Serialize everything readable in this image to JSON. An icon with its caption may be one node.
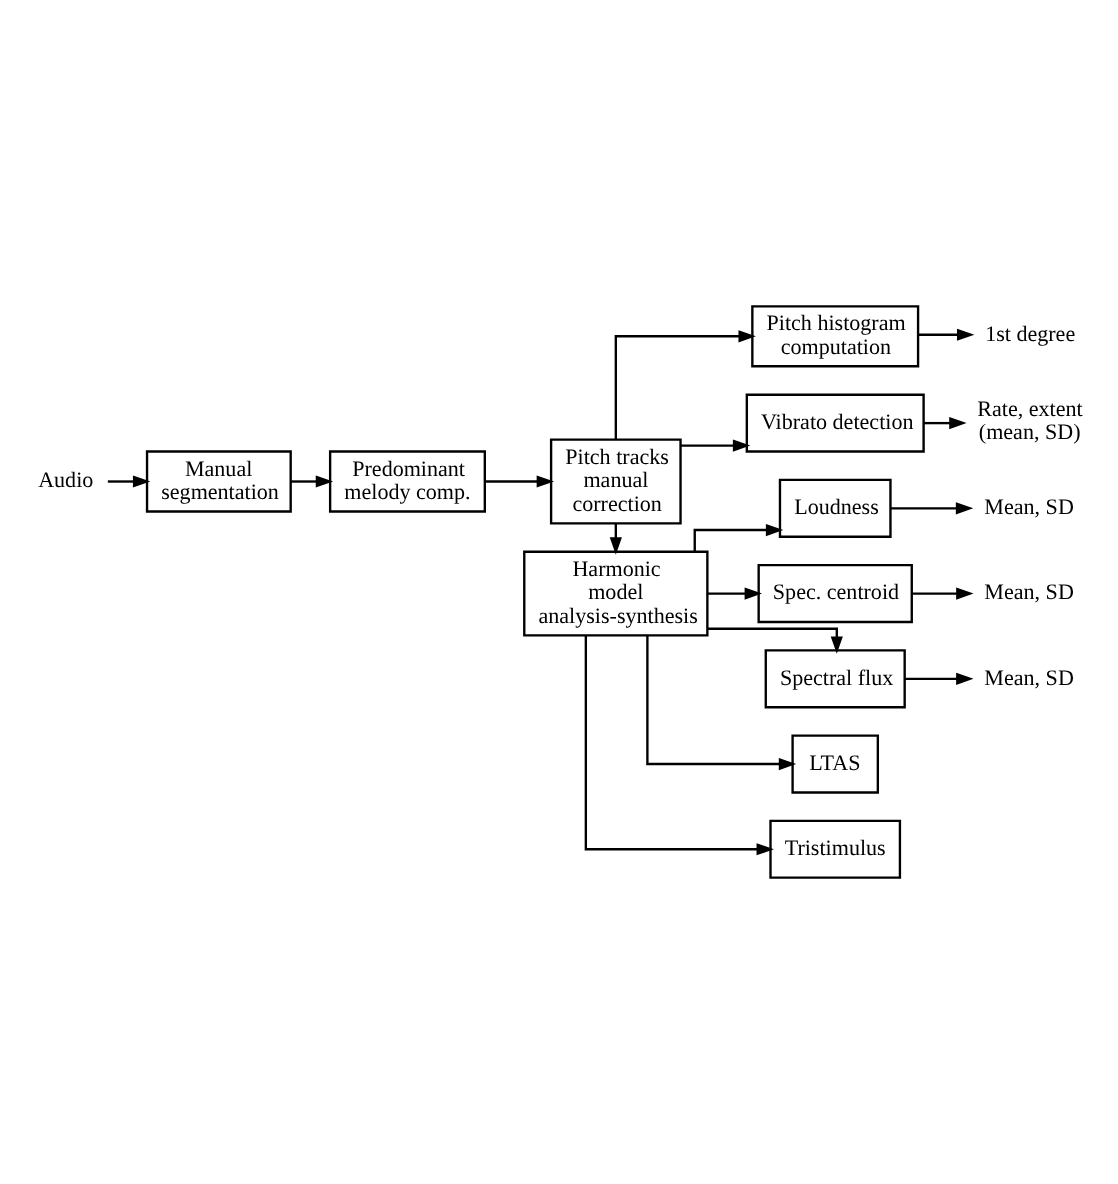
{
  "diagram": {
    "nodes": [
      {
        "text": [
          "Audio"
        ]
      },
      {
        "text": [
          "Manual segmentation"
        ]
      },
      {
        "text": [
          "Predominant melody comp."
        ]
      },
      {
        "text": [
          "Pitch tracks manual correction"
        ]
      },
      {
        "text": [
          "Pitch histogram computation"
        ]
      },
      {
        "text": [
          "1st degree"
        ]
      },
      {
        "text": [
          "Vibrato detection"
        ]
      },
      {
        "text": [
          "Rate, extent (mean, SD)"
        ]
      },
      {
        "text": [
          "Harmonic model analysis-synthesis"
        ]
      },
      {
        "text": [
          "Loudness"
        ]
      },
      {
        "text": [
          "Mean, SD"
        ]
      },
      {
        "text": [
          "Spec. centroid"
        ]
      },
      {
        "text": [
          "Mean, SD"
        ]
      },
      {
        "text": [
          "Spectral flux"
        ]
      },
      {
        "text": [
          "Mean, SD"
        ]
      },
      {
        "text": [
          "LTAS"
        ]
      },
      {
        "text": [
          "Tristimulus"
        ]
      }
    ],
    "edges": [
      {
        "from": 0,
        "to": 1,
        "arrow": "to"
      },
      {
        "from": 1,
        "to": 2,
        "arrow": "to"
      },
      {
        "from": 2,
        "to": 3,
        "arrow": "to"
      },
      {
        "from": 3,
        "to": 4,
        "arrow": "to"
      },
      {
        "from": 4,
        "to": 5,
        "arrow": "to"
      },
      {
        "from": 3,
        "to": 6,
        "arrow": "to"
      },
      {
        "from": 6,
        "to": 7,
        "arrow": "to"
      },
      {
        "from": 3,
        "to": 8,
        "arrow": "to"
      },
      {
        "from": 8,
        "to": 9,
        "arrow": "to"
      },
      {
        "from": 9,
        "to": 10,
        "arrow": "to"
      },
      {
        "from": 8,
        "to": 11,
        "arrow": "to"
      },
      {
        "from": 11,
        "to": 12,
        "arrow": "to"
      },
      {
        "from": 8,
        "to": 13,
        "arrow": "to"
      },
      {
        "from": 13,
        "to": 14,
        "arrow": "to"
      },
      {
        "from": 8,
        "to": 15,
        "arrow": "to"
      },
      {
        "from": 8,
        "to": 16,
        "arrow": "to"
      }
    ]
  }
}
